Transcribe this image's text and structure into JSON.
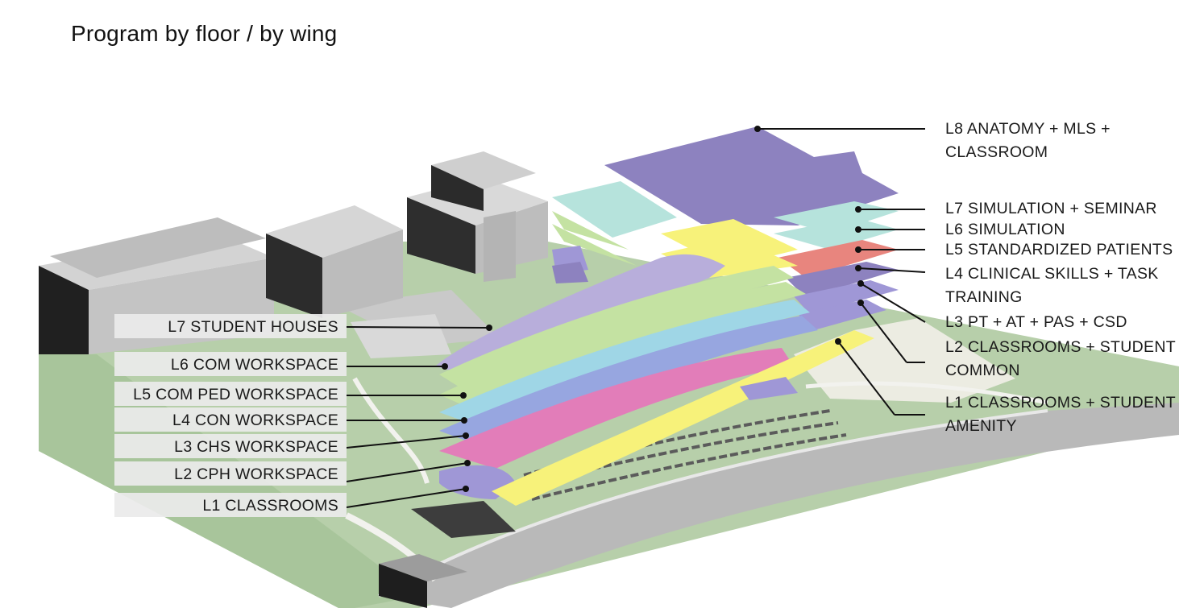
{
  "title": "Program by floor / by wing",
  "colors": {
    "l8_purple": "#8d82bf",
    "teal": "#b6e3dc",
    "yellow": "#f7f27a",
    "salmon": "#e8857e",
    "lavender": "#b8aedb",
    "green": "#c4e2a2",
    "sky_blue": "#9fd6e6",
    "periwinkle": "#97a6e0",
    "pink": "#e27db9",
    "violet": "#9f97d6",
    "ground": "#b7cfaa",
    "building_gray": "#b0b0b0",
    "building_dark": "#262626"
  },
  "left_labels": [
    {
      "id": "l7-student-houses",
      "text": "L7 STUDENT HOUSES"
    },
    {
      "id": "l6-com-workspace",
      "text": "L6 COM WORKSPACE"
    },
    {
      "id": "l5-com-ped-workspace",
      "text": "L5 COM PED WORKSPACE"
    },
    {
      "id": "l4-con-workspace",
      "text": "L4 CON WORKSPACE"
    },
    {
      "id": "l3-chs-workspace",
      "text": "L3 CHS WORKSPACE"
    },
    {
      "id": "l2-cph-workspace",
      "text": "L2 CPH WORKSPACE"
    },
    {
      "id": "l1-classrooms",
      "text": "L1 CLASSROOMS"
    }
  ],
  "right_labels": [
    {
      "id": "l8-anatomy",
      "lines": [
        "L8 ANATOMY + MLS +",
        "CLASSROOM"
      ]
    },
    {
      "id": "l7-simulation-seminar",
      "lines": [
        "L7 SIMULATION + SEMINAR"
      ]
    },
    {
      "id": "l6-simulation",
      "lines": [
        "L6 SIMULATION"
      ]
    },
    {
      "id": "l5-standardized-patients",
      "lines": [
        "L5 STANDARDIZED PATIENTS"
      ]
    },
    {
      "id": "l4-clinical-skills",
      "lines": [
        "L4 CLINICAL SKILLS + TASK",
        "TRAINING"
      ]
    },
    {
      "id": "l3-pt-at-pas-csd",
      "lines": [
        "L3 PT + AT + PAS + CSD"
      ]
    },
    {
      "id": "l2-classrooms-student-common",
      "lines": [
        "L2 CLASSROOMS + STUDENT",
        "COMMON"
      ]
    },
    {
      "id": "l1-classrooms-student-amenity",
      "lines": [
        "L1 CLASSROOMS + STUDENT",
        "AMENITY"
      ]
    }
  ]
}
